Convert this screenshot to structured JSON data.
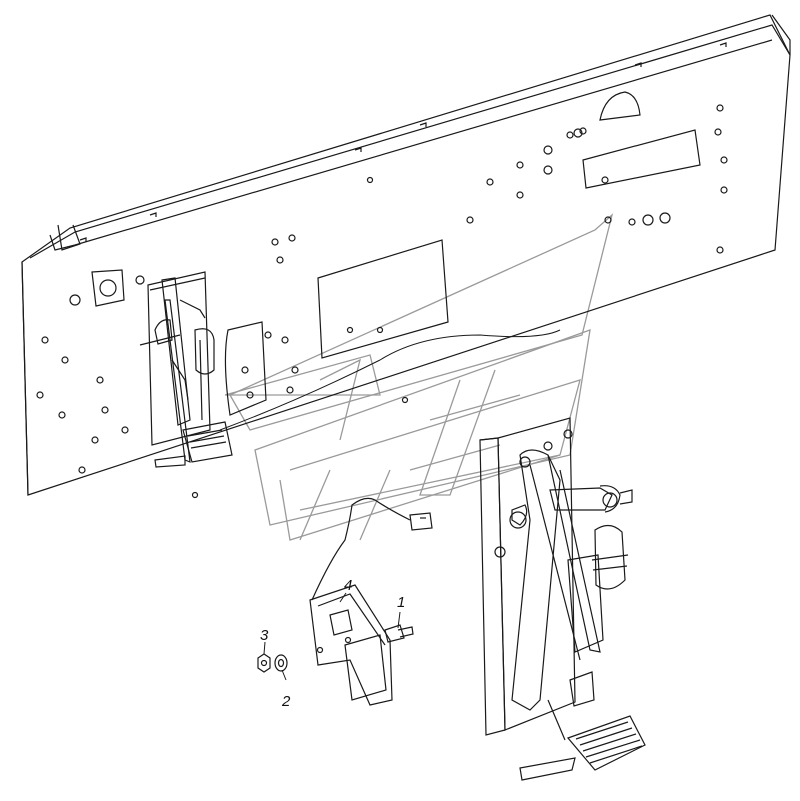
{
  "diagram": {
    "colors": {
      "line": "#1a1a1a",
      "watermark": "#9a9a9a",
      "background": "#ffffff"
    },
    "callouts": [
      {
        "id": "1",
        "label": "1"
      },
      {
        "id": "2",
        "label": "2"
      },
      {
        "id": "3",
        "label": "3"
      },
      {
        "id": "4",
        "label": "4"
      }
    ]
  }
}
